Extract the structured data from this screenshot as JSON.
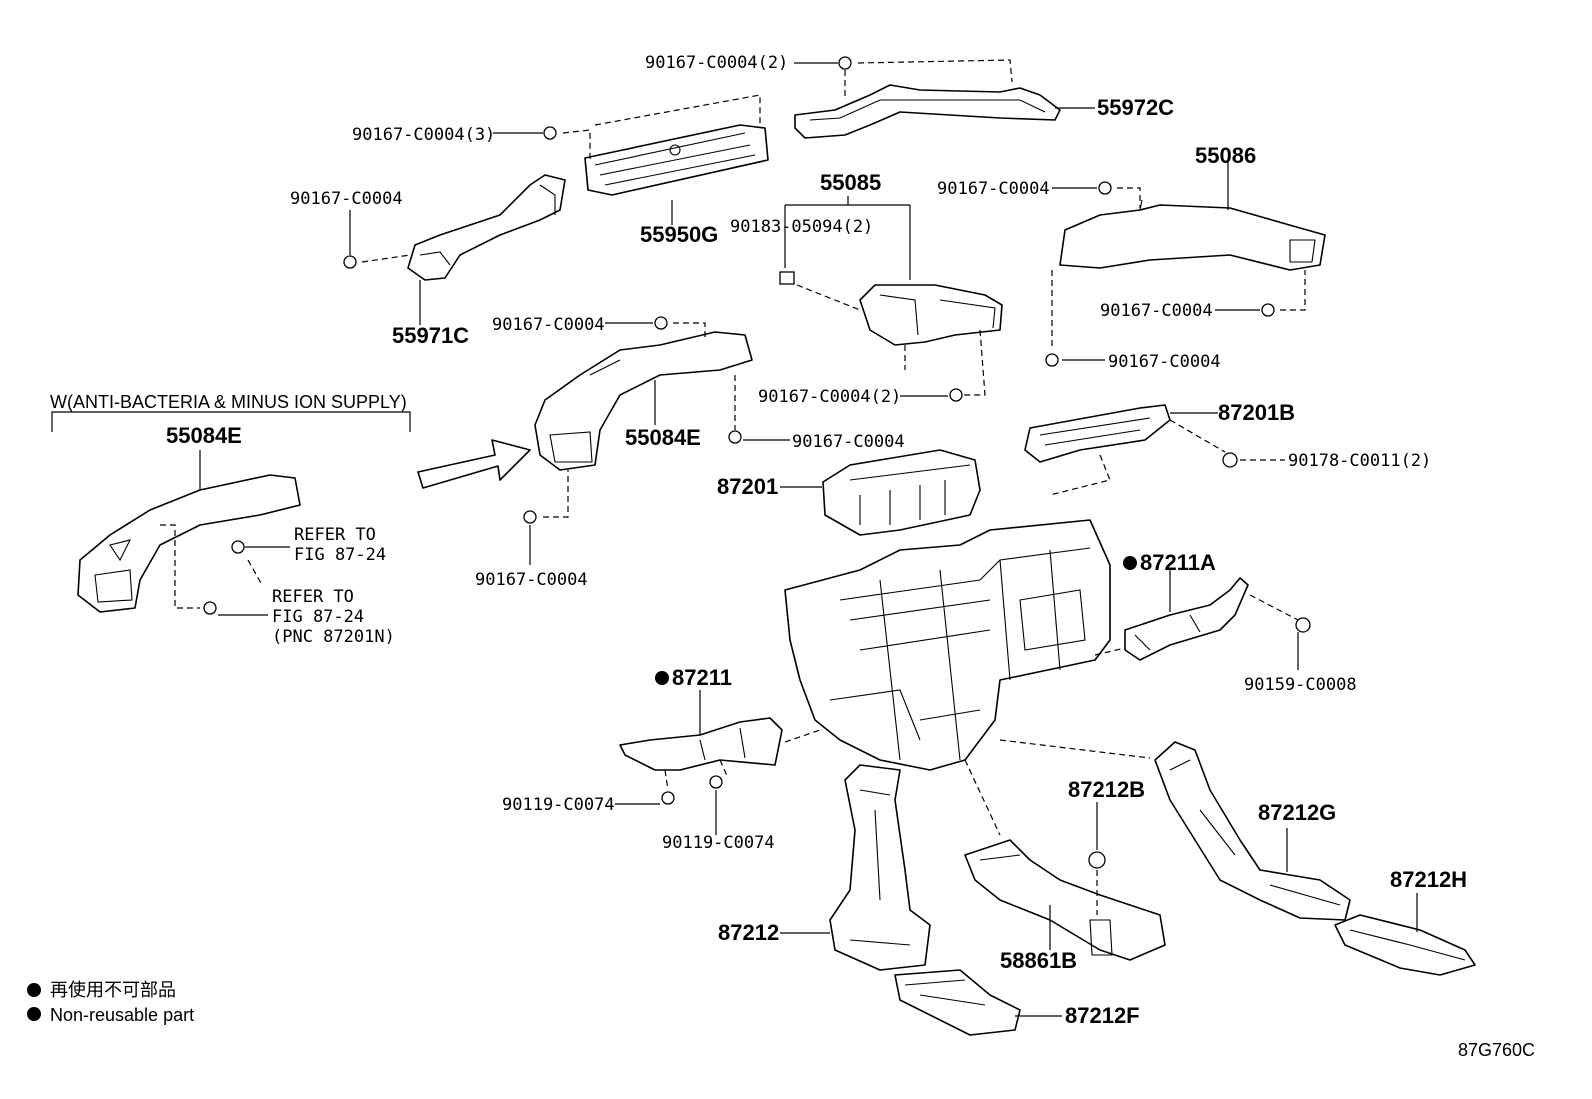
{
  "diagram_code": "87G760C",
  "legend": {
    "jp_text": "再使用不可部品",
    "en_text": "Non-reusable part"
  },
  "variant_header": "W(ANTI-BACTERIA & MINUS ION SUPPLY)",
  "refer_notes": {
    "a_line1": "REFER TO",
    "a_line2": "FIG 87-24",
    "b_line1": "REFER TO",
    "b_line2": "FIG 87-24",
    "b_line3": "(PNC 87201N)"
  },
  "labels": {
    "p55972C": "55972C",
    "p55950G": "55950G",
    "p55971C": "55971C",
    "p55085": "55085",
    "p55086": "55086",
    "p55084E_a": "55084E",
    "p55084E_b": "55084E",
    "p87201B": "87201B",
    "p87201": "87201",
    "p87211A": "87211A",
    "p87211": "87211",
    "p87212B": "87212B",
    "p87212G": "87212G",
    "p87212H": "87212H",
    "p87212": "87212",
    "p58861B": "58861B",
    "p87212F": "87212F",
    "f_top": "90167-C0004(2)",
    "f_3": "90167-C0004(3)",
    "f_971": "90167-C0004",
    "f_094": "90183-05094(2)",
    "f_086a": "90167-C0004",
    "f_086b": "90167-C0004",
    "f_086c": "90167-C0004",
    "f_084top": "90167-C0004",
    "f_085b": "90167-C0004(2)",
    "f_084r": "90167-C0004",
    "f_084bot": "90167-C0004",
    "f_0011": "90178-C0011(2)",
    "f_0008": "90159-C0008",
    "f_0074a": "90119-C0074",
    "f_0074b": "90119-C0074"
  }
}
